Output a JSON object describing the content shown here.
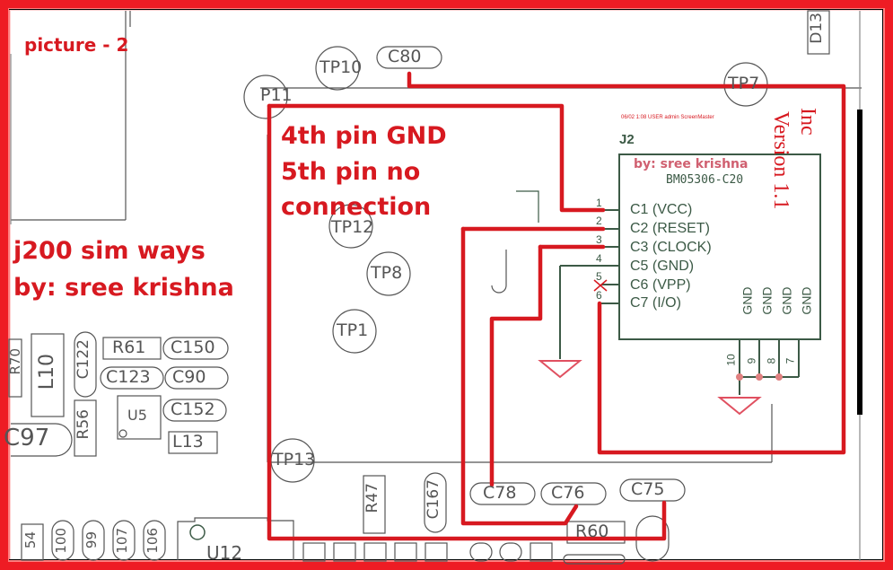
{
  "title_label": "picture - 2",
  "notes": {
    "pin_note_line1": "4th pin GND",
    "pin_note_line2": "5th pin no",
    "pin_note_line3": "connection",
    "caption_line1": "j200 sim ways",
    "caption_line2": "by: sree krishna"
  },
  "schematic": {
    "connector_ref": "J2",
    "connector_part": "BM05306-C20",
    "author_overlay": "by: sree krishna",
    "header_small": "06/02 1:08 USER admin ScreenMaster",
    "version_text": "Version 1.1",
    "inc_text": "Inc",
    "pins": [
      {
        "num": "1",
        "label": "C1 (VCC)"
      },
      {
        "num": "2",
        "label": "C2 (RESET)"
      },
      {
        "num": "3",
        "label": "C3 (CLOCK)"
      },
      {
        "num": "4",
        "label": "C5 (GND)"
      },
      {
        "num": "5",
        "label": "C6 (VPP)"
      },
      {
        "num": "6",
        "label": "C7 (I/O)"
      }
    ],
    "gnd_pins": [
      {
        "num": "10",
        "label": "GND"
      },
      {
        "num": "9",
        "label": "GND"
      },
      {
        "num": "8",
        "label": "GND"
      },
      {
        "num": "7",
        "label": "GND"
      }
    ]
  },
  "components": {
    "tp10": "TP10",
    "c80": "C80",
    "tp7": "TP7",
    "tp11": "P11",
    "d13": "D13",
    "tp12": "TP12",
    "tp8": "TP8",
    "tp1": "TP1",
    "tp13": "TP13",
    "r61": "R61",
    "c150": "C150",
    "c123": "C123",
    "c90": "C90",
    "c152": "C152",
    "u5": "U5",
    "l13": "L13",
    "l10": "L10",
    "c122": "C122",
    "r56": "R56",
    "r70": "R70",
    "c97": "C97",
    "r47": "R47",
    "c167": "C167",
    "c78": "C78",
    "c76": "C76",
    "c75": "C75",
    "r60": "R60",
    "u12": "U12",
    "b54": "54",
    "b100": "100",
    "b99": "99",
    "b107": "107",
    "b106": "106"
  },
  "colors": {
    "frame": "#ee1c24",
    "trace": "#d71920",
    "schematic": "#3c5a46",
    "pcb_outline": "#555555"
  }
}
